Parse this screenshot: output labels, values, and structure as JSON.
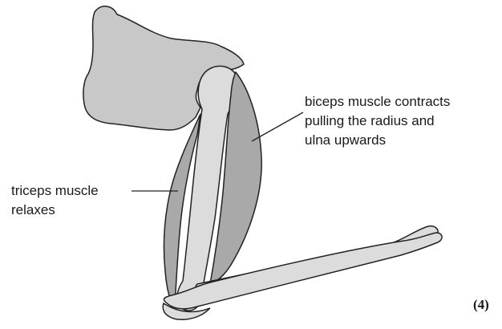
{
  "labels": {
    "biceps": [
      "biceps muscle contracts",
      "pulling the radius and",
      "ulna upwards"
    ],
    "triceps": [
      "triceps muscle",
      "relaxes"
    ],
    "marks": "(4)"
  },
  "colors": {
    "bone": "#dcdcdc",
    "muscle": "#a9a9a9",
    "outline": "#222222",
    "scapula": "#c8c8c8",
    "text": "#1a1a1a"
  }
}
